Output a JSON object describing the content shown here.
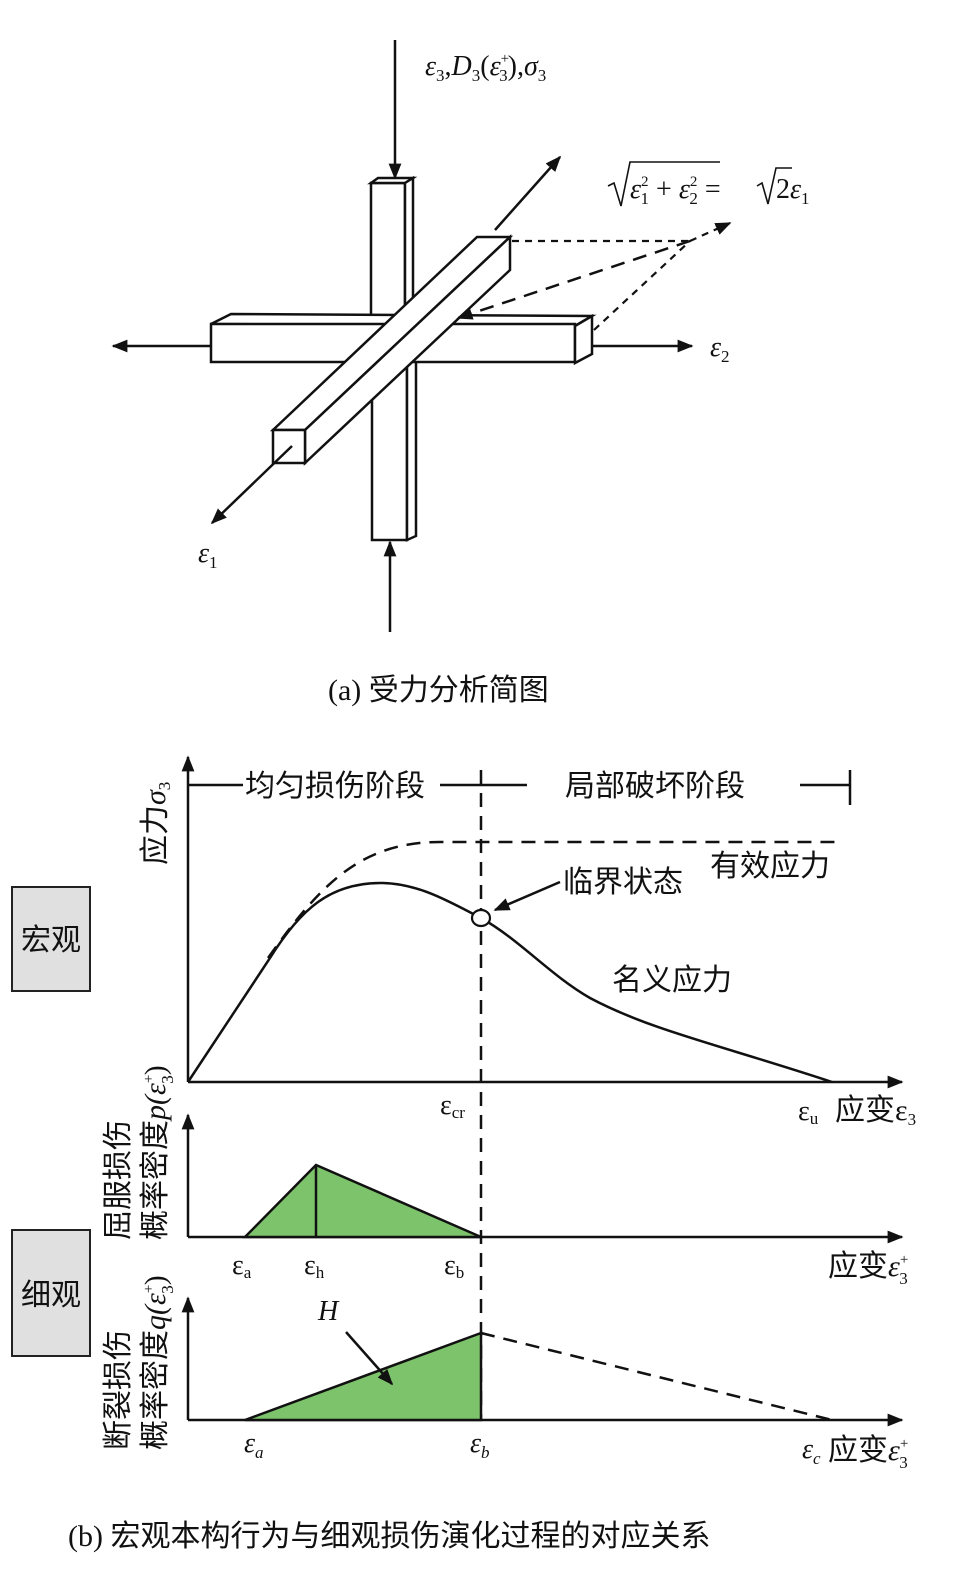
{
  "part_a": {
    "caption": "(a)  受力分析简图",
    "load_label": {
      "e": "ε",
      "s3": "3",
      "D": "D",
      "paren_open": "(",
      "paren_close": ")",
      "plus": "+",
      "sigma": "σ",
      "comma": ","
    },
    "formula": {
      "lhs_a": "ε",
      "s1": "1",
      "sq": "2",
      "plus": " + ",
      "lhs_b": "ε",
      "s2": "2",
      "eq": " = ",
      "two": "2",
      "rhs": "ε",
      "rs": "1"
    },
    "axis_e1": {
      "base": "ε",
      "sub": "1"
    },
    "axis_e2": {
      "base": "ε",
      "sub": "2"
    }
  },
  "part_b": {
    "caption": "(b)  宏观本构行为与细观损伤演化过程的对应关系",
    "macro_box": "宏观",
    "micro_box": "细观",
    "stage_uniform": "均匀损伤阶段",
    "stage_local": "局部破坏阶段",
    "stress_axis": {
      "text": "应力",
      "sym": "σ",
      "sub": "3"
    },
    "critical_state": "临界状态",
    "effective_stress": "有效应力",
    "nominal_stress": "名义应力",
    "e_cr": {
      "base": "ε",
      "sub": "cr"
    },
    "e_u": {
      "base": "ε",
      "sub": "u"
    },
    "strain_axis_1": {
      "text": "应变",
      "sym": "ε",
      "sub": "3"
    },
    "yield_label": {
      "line1": "屈服损伤",
      "line2": "概率密度",
      "fn": "p(",
      "sym": "ε",
      "sub": "3",
      "sup": "+",
      "close": ")"
    },
    "panel2_ticks": [
      {
        "base": "ε",
        "sub": "a"
      },
      {
        "base": "ε",
        "sub": "h"
      },
      {
        "base": "ε",
        "sub": "b"
      }
    ],
    "strain_axis_2": {
      "text": "应变",
      "sym": "ε",
      "sub": "3",
      "sup": "+"
    },
    "fracture_label": {
      "line1": "断裂损伤",
      "line2": "概率密度",
      "fn": "q(",
      "sym": "ε",
      "sub": "3",
      "sup": "+",
      "close": ")"
    },
    "H_label": "H",
    "panel3_ticks": [
      {
        "base": "ε",
        "sub": "a"
      },
      {
        "base": "ε",
        "sub": "b"
      }
    ],
    "e_c": {
      "base": "ε",
      "sub": "c"
    },
    "strain_axis_3": {
      "text": "应变",
      "sym": "ε",
      "sub": "3",
      "sup": "+"
    },
    "colors": {
      "fill": "#7dc36b",
      "box": "#e0e0e0"
    }
  }
}
